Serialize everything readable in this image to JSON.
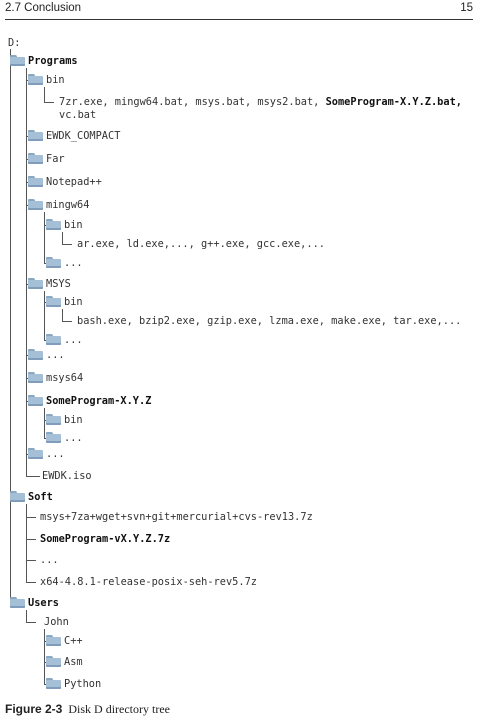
{
  "header": {
    "section": "2.7   Conclusion",
    "page": "15"
  },
  "tree": {
    "root": "D:",
    "programs": "Programs",
    "bin": "bin",
    "bin_files_1": "7zr.exe, mingw64.bat, msys.bat, msys2.bat,",
    "bin_files_bold": "SomeProgram-X.Y.Z.bat,",
    "bin_files_2": "vc.bat",
    "ewdk_compact": "EWDK_COMPACT",
    "far": "Far",
    "notepad": "Notepad++",
    "mingw64": "mingw64",
    "mingw_bin": "bin",
    "mingw_bin_files": "ar.exe, ld.exe,..., g++.exe, gcc.exe,...",
    "mingw_more": "...",
    "msys": "MSYS",
    "msys_bin": "bin",
    "msys_bin_files": "bash.exe, bzip2.exe, gzip.exe, lzma.exe, make.exe, tar.exe,...",
    "msys_more": "...",
    "programs_more": "...",
    "msys64": "msys64",
    "someprogram": "SomeProgram-X.Y.Z",
    "sp_bin": "bin",
    "sp_more": "...",
    "programs_more2": "...",
    "ewdk_iso": "EWDK.iso",
    "soft": "Soft",
    "soft_1": "msys+7za+wget+svn+git+mercurial+cvs-rev13.7z",
    "soft_2": "SomeProgram-vX.Y.Z.7z",
    "soft_3": "...",
    "soft_4": "x64-4.8.1-release-posix-seh-rev5.7z",
    "users": "Users",
    "john": "John",
    "cpp": "C++",
    "asm": "Asm",
    "python": "Python"
  },
  "caption": {
    "number": "Figure 2-3",
    "text": "Disk D directory tree"
  }
}
